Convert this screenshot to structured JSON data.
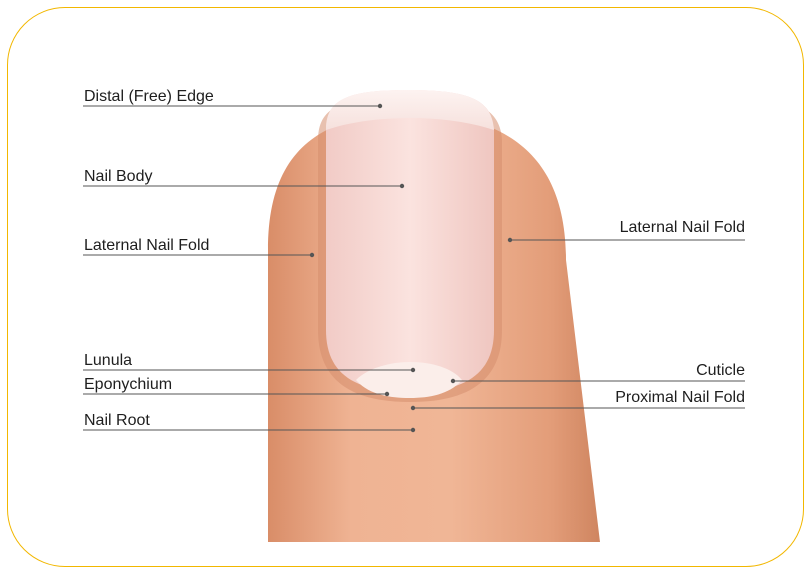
{
  "diagram": {
    "labels": {
      "distal_edge": "Distal (Free) Edge",
      "nail_body": "Nail Body",
      "lateral_fold_left": "Laternal Nail Fold",
      "lateral_fold_right": "Laternal Nail Fold",
      "lunula": "Lunula",
      "eponychium": "Eponychium",
      "nail_root": "Nail Root",
      "cuticle": "Cuticle",
      "proximal_fold": "Proximal Nail Fold"
    },
    "colors": {
      "frame": "#f2b700",
      "skin": "#e9a582",
      "nail": "#f7d8d4",
      "leader_line": "#555555"
    }
  }
}
